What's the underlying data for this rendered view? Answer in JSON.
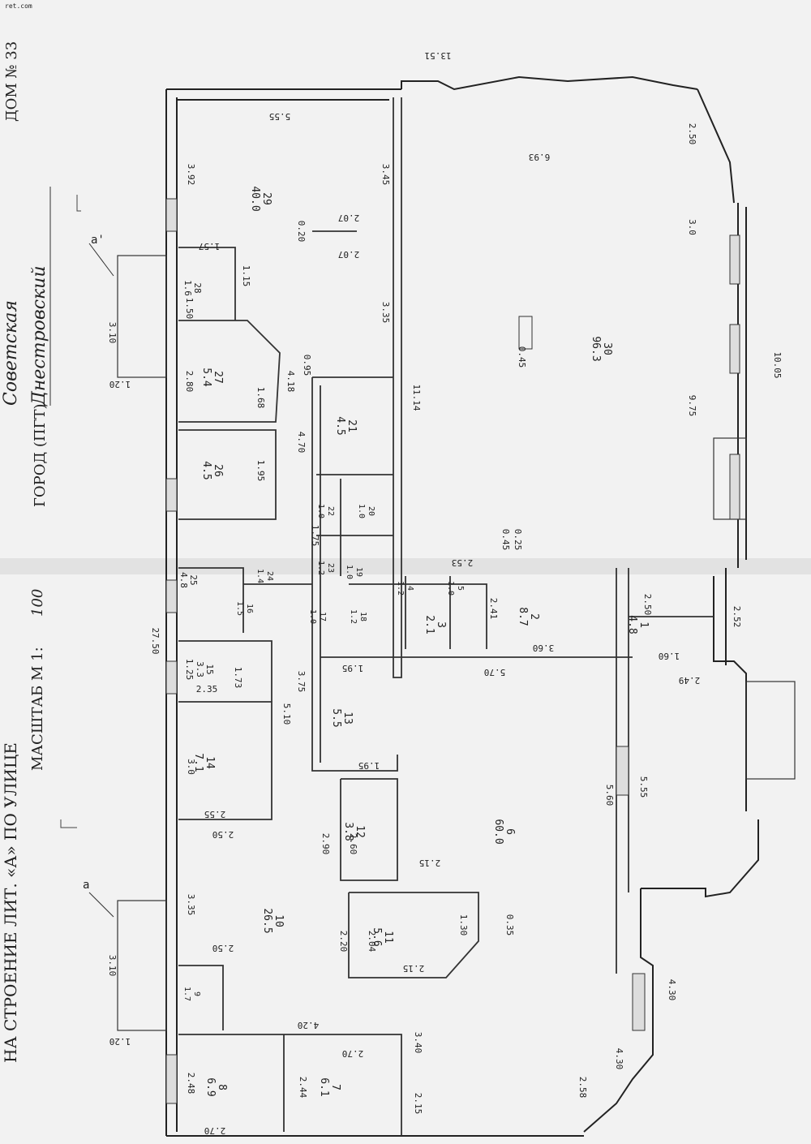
{
  "header": {
    "line1_prefix": "НА СТРОЕНИЕ ЛИТ. «",
    "line1_letter": "А",
    "line1_mid": "» ПО УЛИЦЕ",
    "street": "Советская",
    "house": "ДОМ № 33",
    "city_prefix": "ГОРОД (ПГТ)",
    "city": "Днестровский",
    "scale_label": "МАСШТАБ М 1:",
    "scale_value": "100",
    "corner_mark": "ret.com"
  },
  "section_marks": [
    "а'",
    "а"
  ],
  "rooms": [
    {
      "num": "1",
      "area": "4.8"
    },
    {
      "num": "2",
      "area": "8.7"
    },
    {
      "num": "3",
      "area": "2.1"
    },
    {
      "num": "4",
      "area": "1.2"
    },
    {
      "num": "5",
      "area": "1.0"
    },
    {
      "num": "6",
      "area": "60.0"
    },
    {
      "num": "7",
      "area": "6.1"
    },
    {
      "num": "8",
      "area": "6.9"
    },
    {
      "num": "9",
      "area": "1.7"
    },
    {
      "num": "10",
      "area": "26.5"
    },
    {
      "num": "11",
      "area": "5.6"
    },
    {
      "num": "12",
      "area": "3.8"
    },
    {
      "num": "13",
      "area": "5.5"
    },
    {
      "num": "14",
      "area": "7.1"
    },
    {
      "num": "15",
      "area": "3.3"
    },
    {
      "num": "16",
      "area": "1.5"
    },
    {
      "num": "17",
      "area": "1.0"
    },
    {
      "num": "18",
      "area": "1.2"
    },
    {
      "num": "19",
      "area": "1.0"
    },
    {
      "num": "20",
      "area": "1.0"
    },
    {
      "num": "21",
      "area": "4.5"
    },
    {
      "num": "22",
      "area": "1.0"
    },
    {
      "num": "23",
      "area": "1.2"
    },
    {
      "num": "24",
      "area": "1.4"
    },
    {
      "num": "25",
      "area": "4.8"
    },
    {
      "num": "26",
      "area": "4.5"
    },
    {
      "num": "27",
      "area": "5.4"
    },
    {
      "num": "28",
      "area": "1.6"
    },
    {
      "num": "29",
      "area": "40.0"
    },
    {
      "num": "30",
      "area": "96.3"
    }
  ],
  "dimensions": [
    "27.50",
    "13.51",
    "10.05",
    "9.75",
    "5.55",
    "3.92",
    "3.45",
    "3.35",
    "11.14",
    "4.70",
    "4.18",
    "2.80",
    "1.68",
    "1.95",
    "2.35",
    "2.50",
    "5.10",
    "3.0",
    "2.55",
    "3.35",
    "2.50",
    "3.10",
    "3.10",
    "1.20",
    "1.20",
    "4.20",
    "2.70",
    "3.40",
    "2.15",
    "2.48",
    "2.44",
    "2.70",
    "2.58",
    "4.30",
    "4.30",
    "5.60",
    "5.55",
    "2.50",
    "2.52",
    "2.49",
    "1.60",
    "3.60",
    "5.70",
    "2.90",
    "2.60",
    "1.95",
    "2.15",
    "2.20",
    "2.04",
    "2.15",
    "1.30",
    "0.35",
    "1.95",
    "2.41",
    "2.53",
    "0.45",
    "0.25",
    "6.93",
    "3.0",
    "2.50",
    "0.20",
    "2.07",
    "2.07",
    "3.75",
    "1.25",
    "1.73",
    "1.50",
    "1.57",
    "1.15",
    "0.45",
    "0.95",
    "1.75"
  ]
}
